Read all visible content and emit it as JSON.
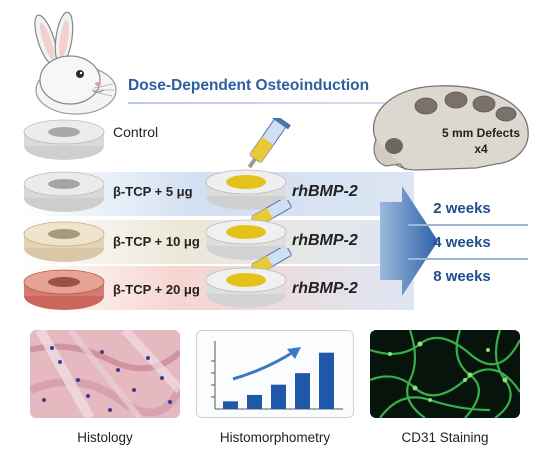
{
  "title": "Dose-Dependent Osteoinduction",
  "groups": {
    "control": "Control",
    "g5": "β-TCP + 5 μg",
    "g10": "β-TCP + 10 μg",
    "g20": "β-TCP + 20 μg"
  },
  "agent": "rhBMP-2",
  "skull": {
    "line1": "5 mm Defects",
    "line2": "x4"
  },
  "timepoints": [
    "2 weeks",
    "4 weeks",
    "8 weeks"
  ],
  "analyses": {
    "histology": "Histology",
    "histomorphometry": "Histomorphometry",
    "cd31": "CD31 Staining"
  },
  "bar_levels": [
    0.12,
    0.22,
    0.38,
    0.56,
    0.88
  ]
}
